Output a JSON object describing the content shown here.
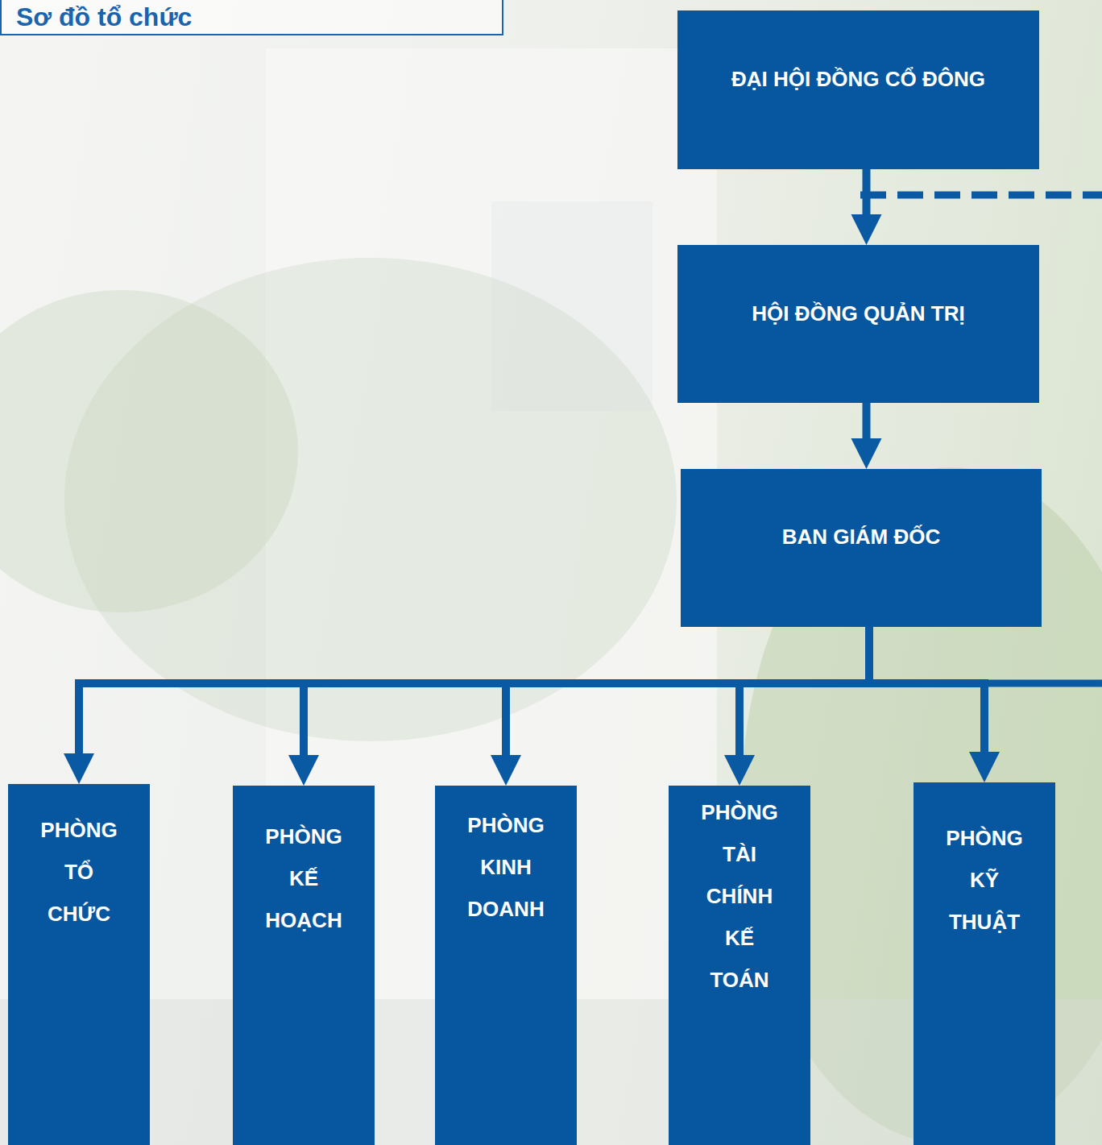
{
  "diagram": {
    "title": "Sơ đồ tổ chức",
    "nodes": [
      {
        "text": [
          "ĐẠI HỘI ĐỒNG CỔ ĐÔNG"
        ]
      },
      {
        "text": [
          "HỘI ĐỒNG QUẢN TRỊ"
        ]
      },
      {
        "text": [
          "BAN GIÁM ĐỐC"
        ]
      },
      {
        "text": [
          "PHÒNG TỔ CHỨC"
        ]
      },
      {
        "text": [
          "PHÒNG KẾ HOẠCH"
        ]
      },
      {
        "text": [
          "PHÒNG KINH DOANH"
        ]
      },
      {
        "text": [
          "PHÒNG TÀI CHÍNH KẾ TOÁN"
        ]
      },
      {
        "text": [
          "PHÒNG KỸ THUẬT"
        ]
      }
    ],
    "edges": [
      {
        "from": 0,
        "to": 1,
        "arrow": "to"
      },
      {
        "from": 1,
        "to": 2,
        "arrow": "to"
      },
      {
        "from": 2,
        "to": 3,
        "arrow": "to"
      },
      {
        "from": 2,
        "to": 4,
        "arrow": "to"
      },
      {
        "from": 2,
        "to": 5,
        "arrow": "to"
      },
      {
        "from": 2,
        "to": 6,
        "arrow": "to"
      },
      {
        "from": 2,
        "to": 7,
        "arrow": "to"
      }
    ]
  }
}
